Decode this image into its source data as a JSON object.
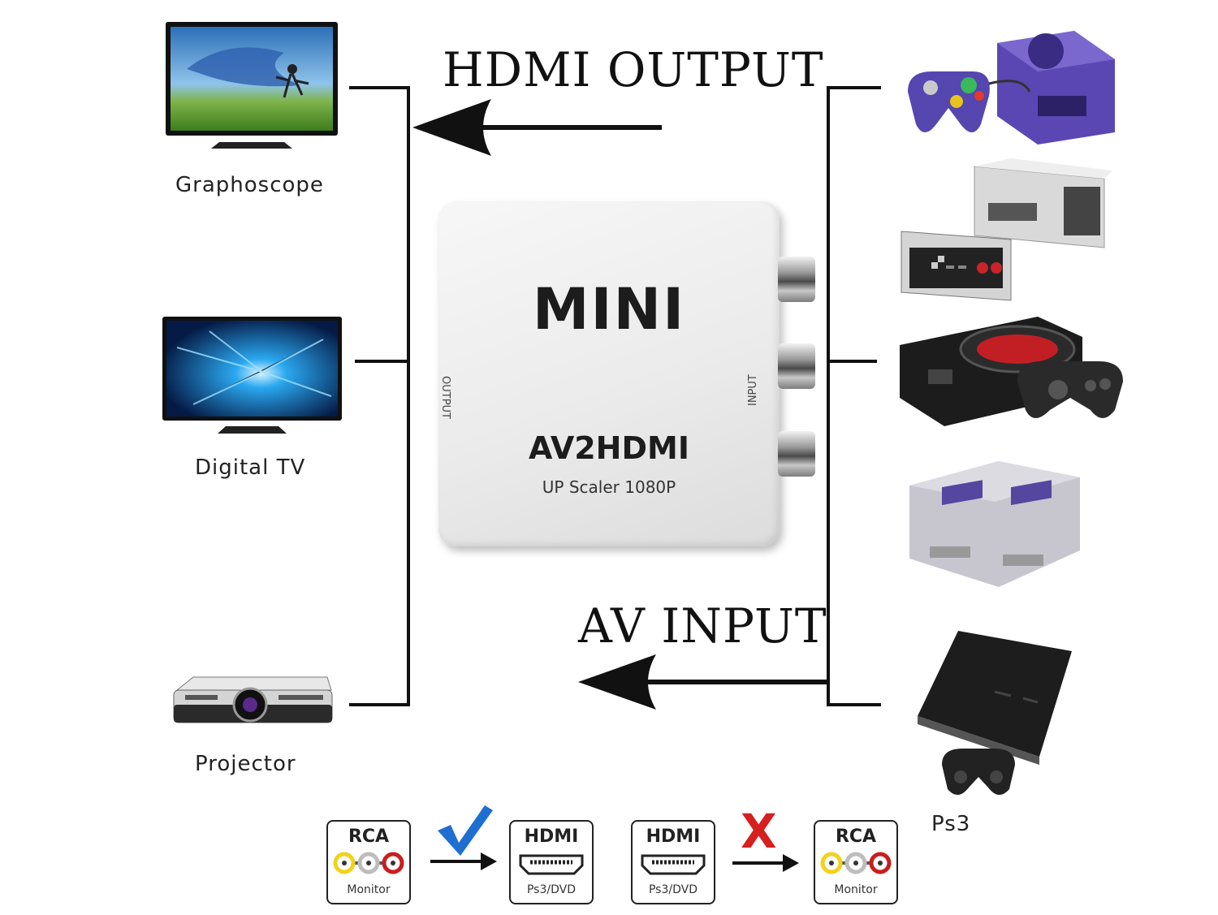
{
  "titles": {
    "hdmi_output": "HDMI OUTPUT",
    "av_input": "AV INPUT"
  },
  "outputs": [
    {
      "label": "Graphoscope",
      "icon": "tv-icon"
    },
    {
      "label": "Digital  TV",
      "icon": "digital-tv-icon"
    },
    {
      "label": "Projector",
      "icon": "projector-icon"
    }
  ],
  "inputs": [
    {
      "label": "",
      "icon": "gamecube-icon"
    },
    {
      "label": "",
      "icon": "nes-console-icon"
    },
    {
      "label": "",
      "icon": "mega-drive-icon"
    },
    {
      "label": "",
      "icon": "snes-console-icon"
    },
    {
      "label": "Ps3",
      "icon": "ps3-console-icon"
    }
  ],
  "converter": {
    "brand": "MINI",
    "model": "AV2HDMI",
    "subtitle": "UP Scaler 1080P",
    "output_port_label": "OUTPUT",
    "input_port_label": "INPUT"
  },
  "legend": {
    "correct": {
      "from": {
        "title": "RCA",
        "sub": "Monitor",
        "icon": "rca-connector-icon"
      },
      "mark": "check-icon",
      "to": {
        "title": "HDMI",
        "sub": "Ps3/DVD",
        "icon": "hdmi-connector-icon"
      }
    },
    "wrong": {
      "from": {
        "title": "HDMI",
        "sub": "Ps3/DVD",
        "icon": "hdmi-connector-icon"
      },
      "mark": "X",
      "to": {
        "title": "RCA",
        "sub": "Monitor",
        "icon": "rca-connector-icon"
      }
    }
  },
  "colors": {
    "check": "#1e6fd1",
    "cross": "#d62020",
    "rca_yellow": "#f2d21b",
    "rca_white": "#e8e8e8",
    "rca_red": "#c81e1e"
  }
}
